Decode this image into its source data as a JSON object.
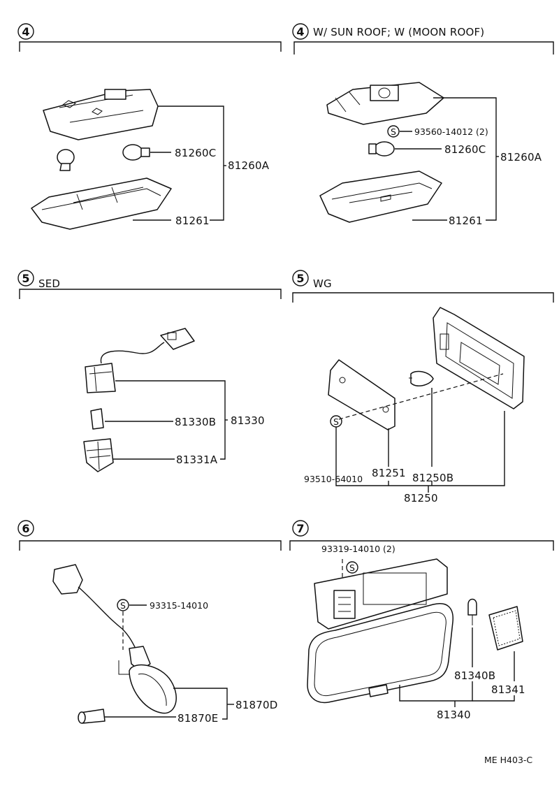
{
  "sections": [
    {
      "number": "4",
      "suffix": ""
    },
    {
      "number": "4",
      "suffix": "W/ SUN  ROOF; W (MOON  ROOF)"
    },
    {
      "number": "5",
      "suffix": "SED"
    },
    {
      "number": "5",
      "suffix": "WG"
    },
    {
      "number": "6",
      "suffix": ""
    },
    {
      "number": "7",
      "suffix": ""
    }
  ],
  "screw_symbol": "S",
  "parts": {
    "p4a_81260C": "81260C",
    "p4a_81260A": "81260A",
    "p4a_81261": "81261",
    "p4b_93560": "93560-14012 (2)",
    "p4b_81260C": "81260C",
    "p4b_81260A": "81260A",
    "p4b_81261": "81261",
    "p5a_81330B": "81330B",
    "p5a_81330": "81330",
    "p5a_81331A": "81331A",
    "p5b_93510": "93510-64010",
    "p5b_81251": "81251",
    "p5b_81250B": "81250B",
    "p5b_81250": "81250",
    "p6_93315": "93315-14010",
    "p6_81870D": "81870D",
    "p6_81870E": "81870E",
    "p7_93319": "93319-14010 (2)",
    "p7_81340B": "81340B",
    "p7_81341": "81341",
    "p7_81340": "81340"
  },
  "footer_code": "ME  H403-C"
}
